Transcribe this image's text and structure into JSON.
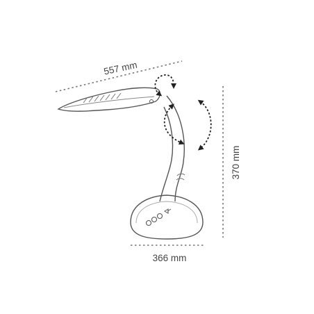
{
  "dimensions": {
    "length": "557 mm",
    "height": "370 mm",
    "base_width": "366 mm"
  },
  "colors": {
    "outline": "#555555",
    "dimension_line": "#777777",
    "arrow": "#222222",
    "background": "#ffffff"
  },
  "icons": {
    "rotation_arrows": "curved-double-arrow-icon",
    "touch_controls": "touch-button-icon"
  }
}
